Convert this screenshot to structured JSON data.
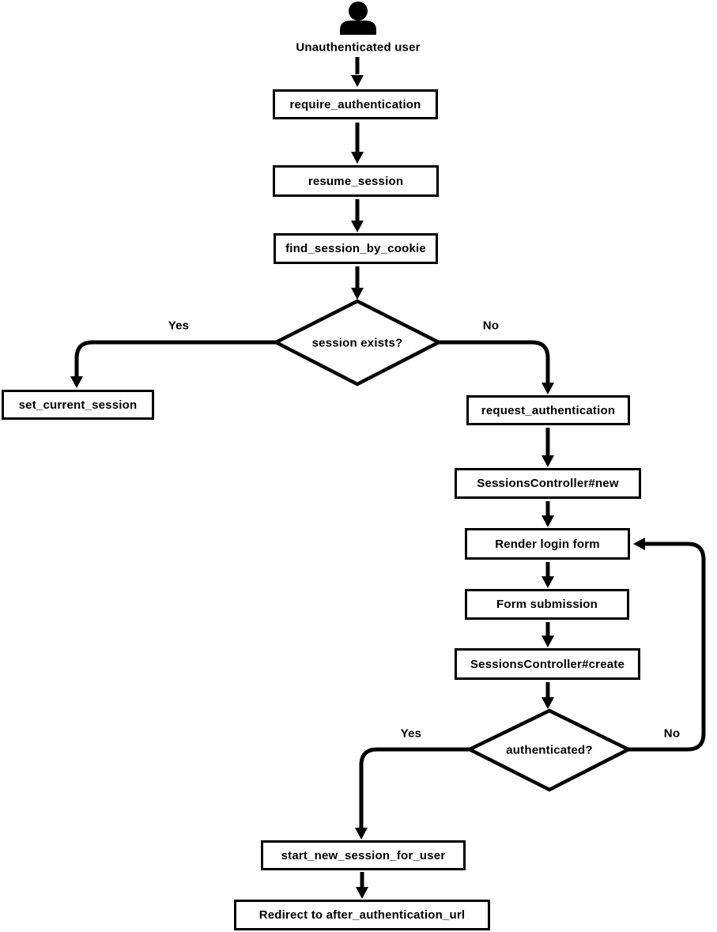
{
  "diagram": {
    "title_hint": "authentication flow",
    "actor": {
      "icon": "person-icon",
      "label": "Unauthenticated user"
    },
    "nodes": {
      "require_authentication": {
        "label": "require_authentication",
        "type": "process"
      },
      "resume_session": {
        "label": "resume_session",
        "type": "process"
      },
      "find_session_by_cookie": {
        "label": "find_session_by_cookie",
        "type": "process"
      },
      "session_exists": {
        "label": "session exists?",
        "type": "decision"
      },
      "set_current_session": {
        "label": "set_current_session",
        "type": "process"
      },
      "request_authentication": {
        "label": "request_authentication",
        "type": "process"
      },
      "sessions_controller_new": {
        "label": "SessionsController#new",
        "type": "process"
      },
      "render_login_form": {
        "label": "Render login form",
        "type": "process"
      },
      "form_submission": {
        "label": "Form submission",
        "type": "process"
      },
      "sessions_controller_create": {
        "label": "SessionsController#create",
        "type": "process"
      },
      "authenticated": {
        "label": "authenticated?",
        "type": "decision"
      },
      "start_new_session_for_user": {
        "label": "start_new_session_for_user",
        "type": "process"
      },
      "redirect_after_auth": {
        "label": "Redirect to after_authentication_url",
        "type": "process"
      }
    },
    "edge_labels": {
      "session_exists_yes": "Yes",
      "session_exists_no": "No",
      "authenticated_yes": "Yes",
      "authenticated_no": "No"
    },
    "flow": [
      {
        "from": "actor",
        "to": "require_authentication",
        "label": ""
      },
      {
        "from": "require_authentication",
        "to": "resume_session",
        "label": ""
      },
      {
        "from": "resume_session",
        "to": "find_session_by_cookie",
        "label": ""
      },
      {
        "from": "find_session_by_cookie",
        "to": "session_exists",
        "label": ""
      },
      {
        "from": "session_exists",
        "to": "set_current_session",
        "label": "Yes"
      },
      {
        "from": "session_exists",
        "to": "request_authentication",
        "label": "No"
      },
      {
        "from": "request_authentication",
        "to": "sessions_controller_new",
        "label": ""
      },
      {
        "from": "sessions_controller_new",
        "to": "render_login_form",
        "label": ""
      },
      {
        "from": "render_login_form",
        "to": "form_submission",
        "label": ""
      },
      {
        "from": "form_submission",
        "to": "sessions_controller_create",
        "label": ""
      },
      {
        "from": "sessions_controller_create",
        "to": "authenticated",
        "label": ""
      },
      {
        "from": "authenticated",
        "to": "start_new_session_for_user",
        "label": "Yes"
      },
      {
        "from": "authenticated",
        "to": "render_login_form",
        "label": "No"
      },
      {
        "from": "start_new_session_for_user",
        "to": "redirect_after_auth",
        "label": ""
      }
    ],
    "colors": {
      "line": "#000000",
      "node_fill": "#ffffff",
      "background": "#ffffff",
      "text": "#000000"
    }
  }
}
